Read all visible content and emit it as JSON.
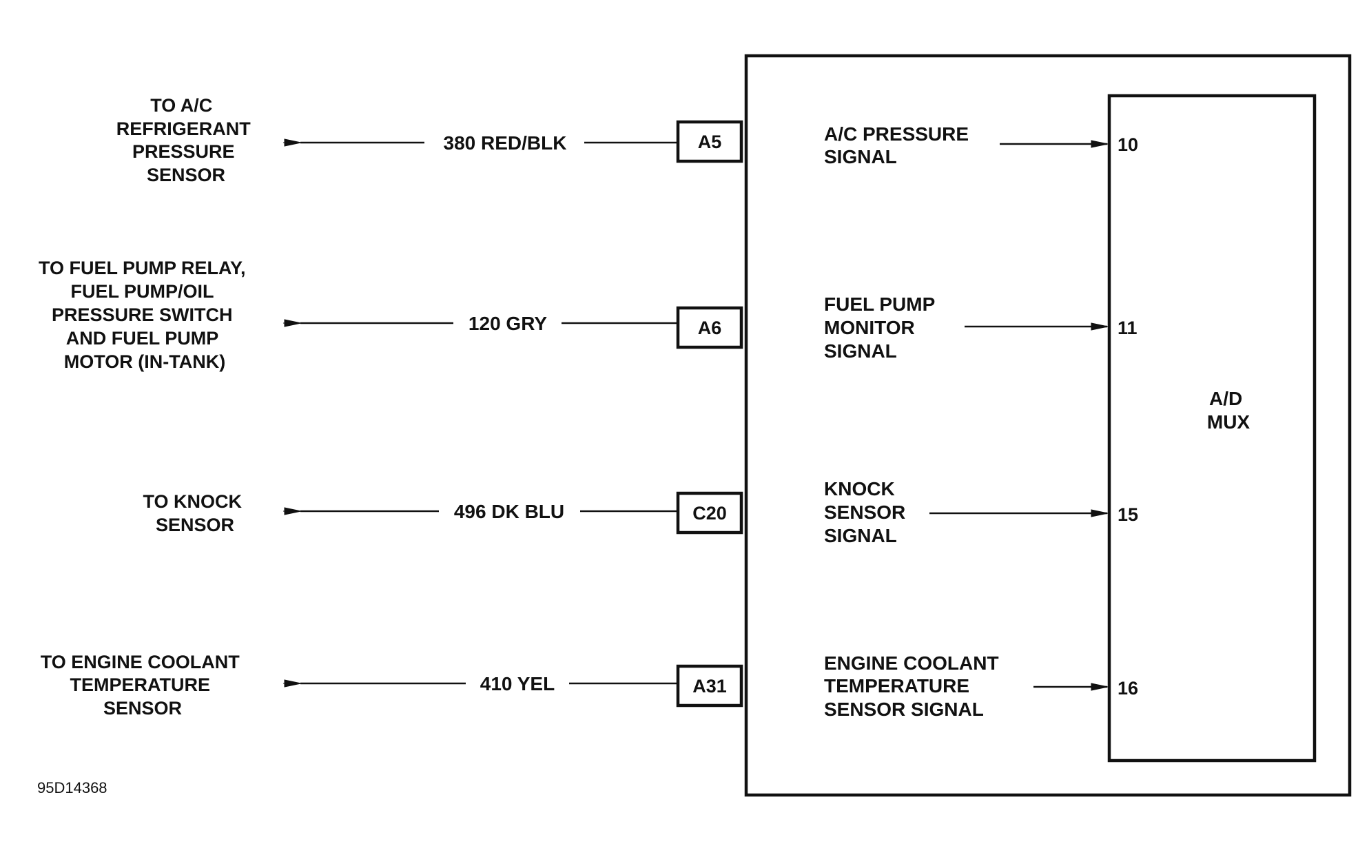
{
  "circuits": [
    {
      "destination": [
        "TO A/C",
        "REFRIGERANT",
        "PRESSURE",
        "SENSOR"
      ],
      "wire": "380 RED/BLK",
      "connector_pin": "A5",
      "signal": [
        "A/C PRESSURE",
        "SIGNAL"
      ],
      "mux_input": "10"
    },
    {
      "destination": [
        "TO FUEL PUMP RELAY,",
        "FUEL PUMP/OIL",
        "PRESSURE SWITCH",
        "AND FUEL PUMP",
        "MOTOR (IN-TANK)"
      ],
      "wire": "120 GRY",
      "connector_pin": "A6",
      "signal": [
        "FUEL PUMP",
        "MONITOR",
        "SIGNAL"
      ],
      "mux_input": "11"
    },
    {
      "destination": [
        "TO KNOCK",
        "SENSOR"
      ],
      "wire": "496 DK BLU",
      "connector_pin": "C20",
      "signal": [
        "KNOCK",
        "SENSOR",
        "SIGNAL"
      ],
      "mux_input": "15"
    },
    {
      "destination": [
        "TO ENGINE COOLANT",
        "TEMPERATURE",
        "SENSOR"
      ],
      "wire": "410 YEL",
      "connector_pin": "A31",
      "signal": [
        "ENGINE COOLANT",
        "TEMPERATURE",
        "SENSOR SIGNAL"
      ],
      "mux_input": "16"
    }
  ],
  "mux_label": [
    "A/D",
    "MUX"
  ],
  "figure_id": "95D14368"
}
